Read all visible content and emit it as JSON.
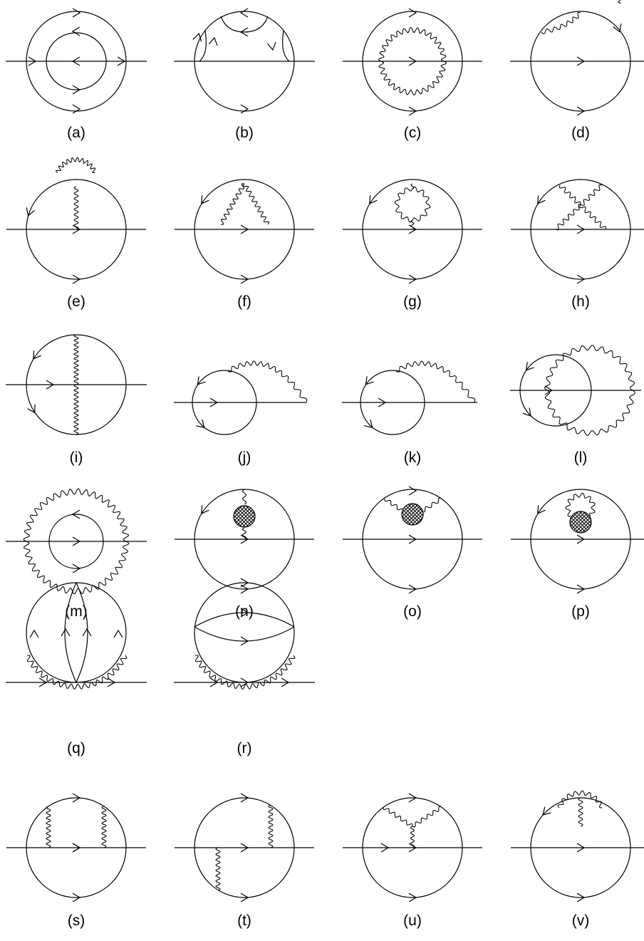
{
  "figure": {
    "panels": [
      {
        "id": "a",
        "label": "(a)"
      },
      {
        "id": "b",
        "label": "(b)"
      },
      {
        "id": "c",
        "label": "(c)"
      },
      {
        "id": "d",
        "label": "(d)"
      },
      {
        "id": "e",
        "label": "(e)"
      },
      {
        "id": "f",
        "label": "(f)"
      },
      {
        "id": "g",
        "label": "(g)"
      },
      {
        "id": "h",
        "label": "(h)"
      },
      {
        "id": "i",
        "label": "(i)"
      },
      {
        "id": "j",
        "label": "(j)"
      },
      {
        "id": "k",
        "label": "(k)"
      },
      {
        "id": "l",
        "label": "(l)"
      },
      {
        "id": "m",
        "label": "(m)"
      },
      {
        "id": "n",
        "label": "(n)"
      },
      {
        "id": "o",
        "label": "(o)"
      },
      {
        "id": "p",
        "label": "(p)"
      },
      {
        "id": "q",
        "label": "(q)"
      },
      {
        "id": "r",
        "label": "(r)"
      },
      {
        "id": "s",
        "label": "(s)"
      },
      {
        "id": "t",
        "label": "(t)"
      },
      {
        "id": "u",
        "label": "(u)"
      },
      {
        "id": "v",
        "label": "(v)"
      }
    ]
  }
}
